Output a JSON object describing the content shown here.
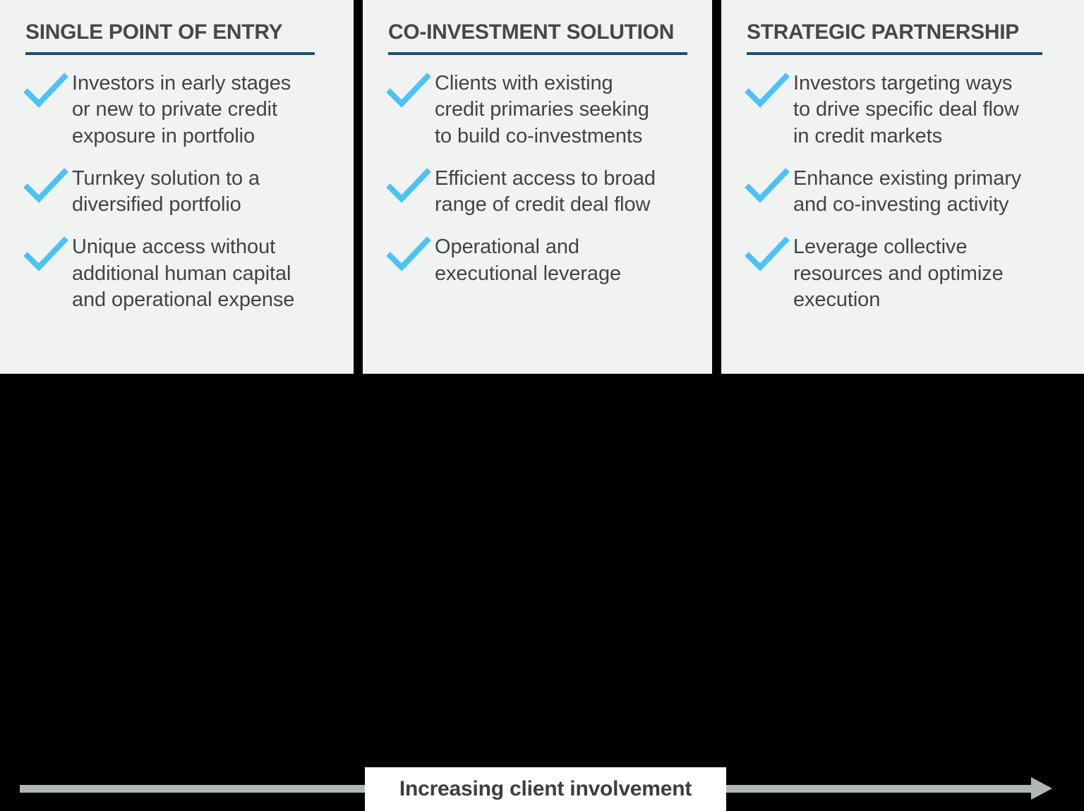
{
  "colors": {
    "panel_bg": "#f1f3f2",
    "band_bg": "#000000",
    "title_text": "#474747",
    "title_rule": "#1f4d71",
    "check_blue": "#4cc2f5",
    "body_text": "#434343",
    "arrow_gray": "#b0b7b8",
    "label_bg": "#ffffff"
  },
  "columns": [
    {
      "title": "SINGLE POINT OF ENTRY",
      "bullets": [
        "Investors in early stages\nor new to private credit\nexposure in portfolio",
        "Turnkey solution to a\ndiversified portfolio",
        "Unique access without\nadditional human capital\nand operational expense"
      ],
      "check_icon": "check-icon"
    },
    {
      "title": "CO-INVESTMENT SOLUTION",
      "bullets": [
        "Clients with existing\ncredit primaries seeking\nto build co-investments",
        "Efficient access to broad\nrange of credit deal flow",
        "Operational and\nexecutional leverage"
      ],
      "check_icon": "check-icon"
    },
    {
      "title": "STRATEGIC PARTNERSHIP",
      "bullets": [
        "Investors targeting ways\nto drive specific deal flow\nin credit markets",
        "Enhance existing primary\nand co-investing activity",
        "Leverage collective\nresources and optimize\nexecution"
      ],
      "check_icon": "check-icon"
    }
  ],
  "arrow": {
    "label": "Increasing client involvement",
    "icon": "arrow-right-icon",
    "direction": "right"
  }
}
